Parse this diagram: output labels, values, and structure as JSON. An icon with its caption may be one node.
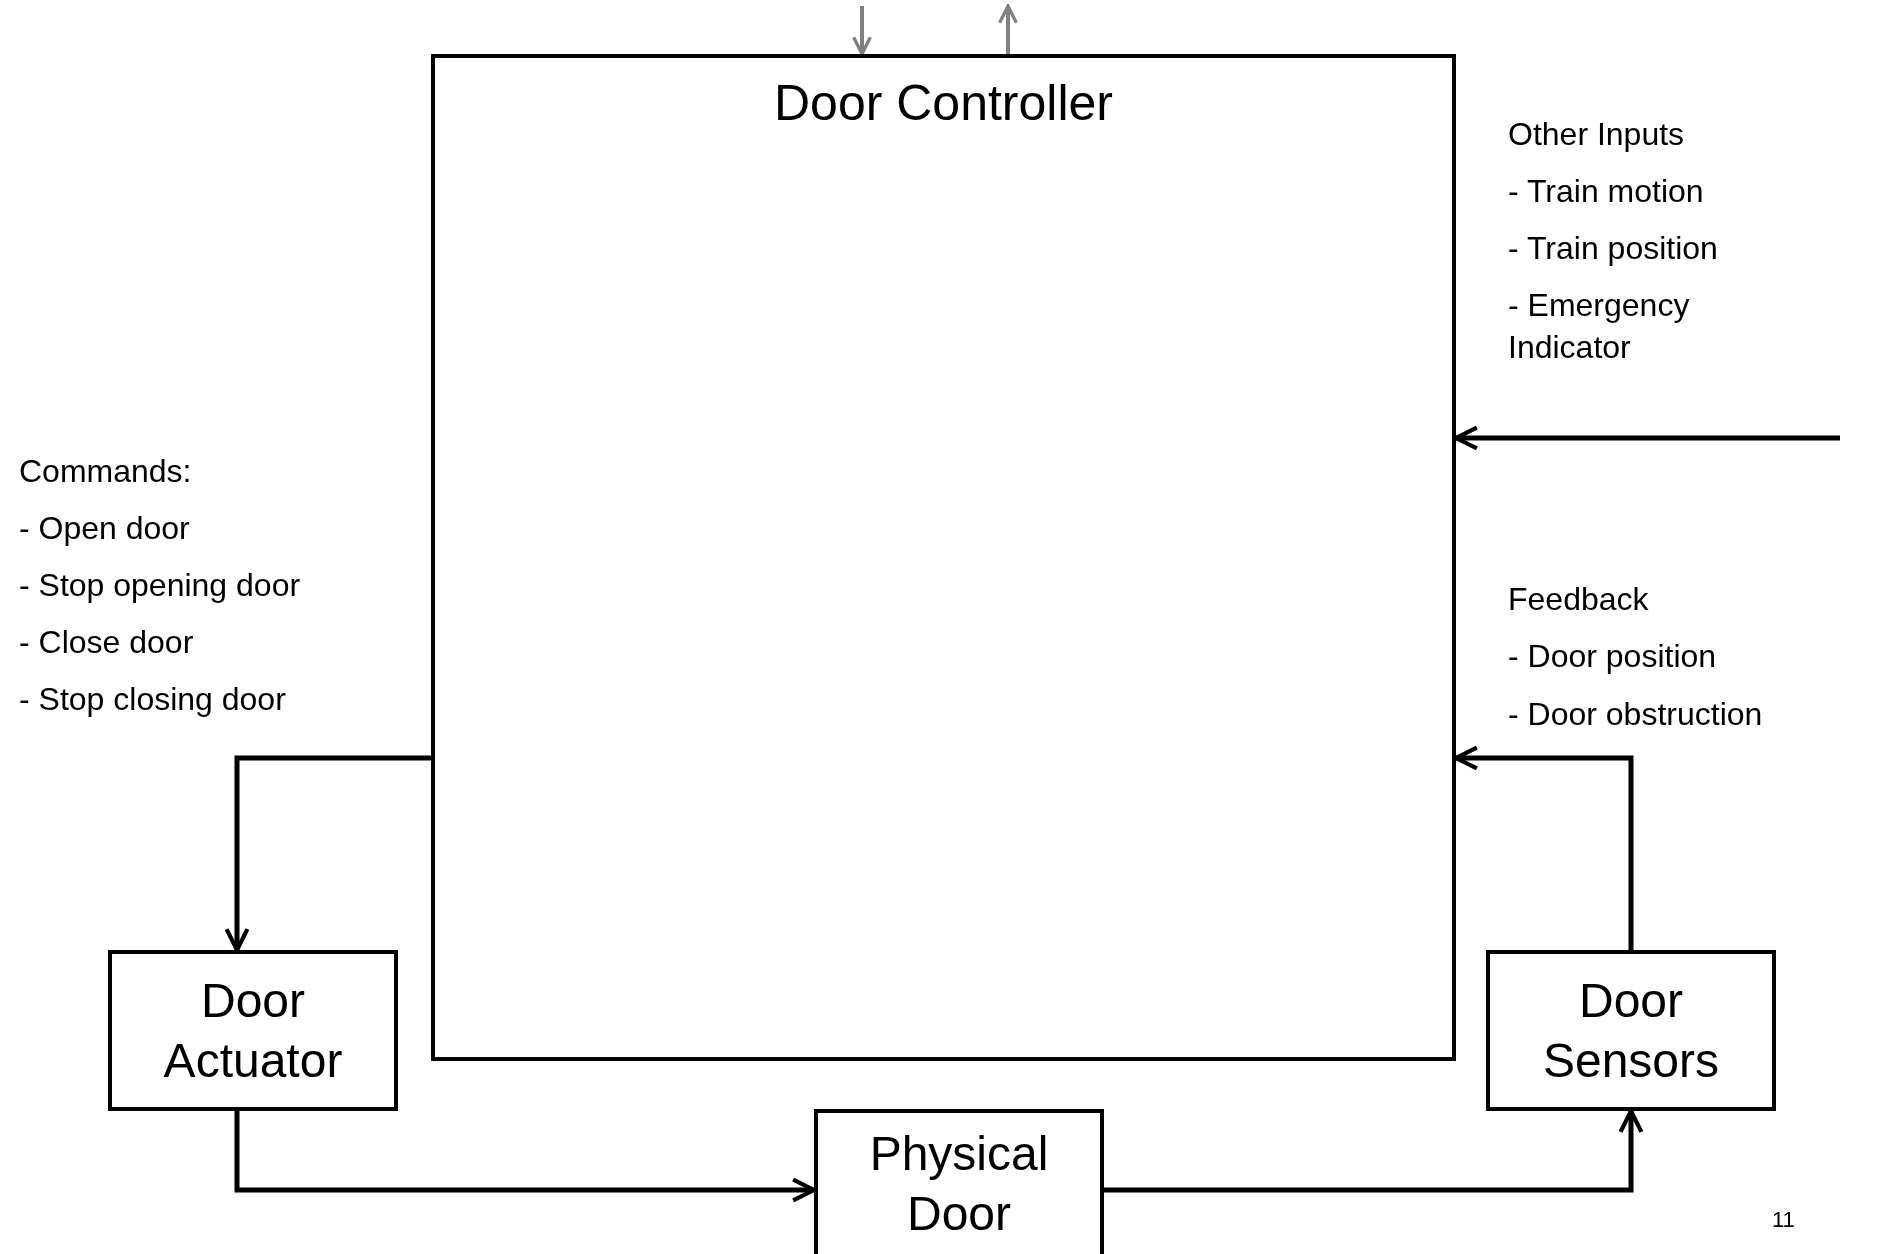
{
  "diagram": {
    "nodes": [
      {
        "text": [
          "Door Controller"
        ]
      },
      {
        "text": [
          "Door Actuator"
        ]
      },
      {
        "text": [
          "Physical Door"
        ]
      },
      {
        "text": [
          "Door Sensors"
        ]
      }
    ],
    "edges": [
      {
        "from": null,
        "to": 0,
        "arrow": "to",
        "color": "#808080"
      },
      {
        "from": 0,
        "to": null,
        "arrow": "to",
        "color": "#808080"
      },
      {
        "from": null,
        "to": 0,
        "arrow": "to"
      },
      {
        "from": 0,
        "to": 1,
        "arrow": "to"
      },
      {
        "from": 1,
        "to": 2,
        "arrow": "to"
      },
      {
        "from": 2,
        "to": 3,
        "arrow": "to"
      },
      {
        "from": 3,
        "to": 0,
        "arrow": "to"
      }
    ],
    "labels": [
      "Other Inputs",
      "- Train motion",
      "- Train position",
      "- Emergency Indicator",
      "Commands:",
      "- Open door",
      "- Stop opening door",
      "- Close door",
      "- Stop closing door",
      "Feedback",
      "- Door position",
      "- Door obstruction",
      "11"
    ]
  }
}
